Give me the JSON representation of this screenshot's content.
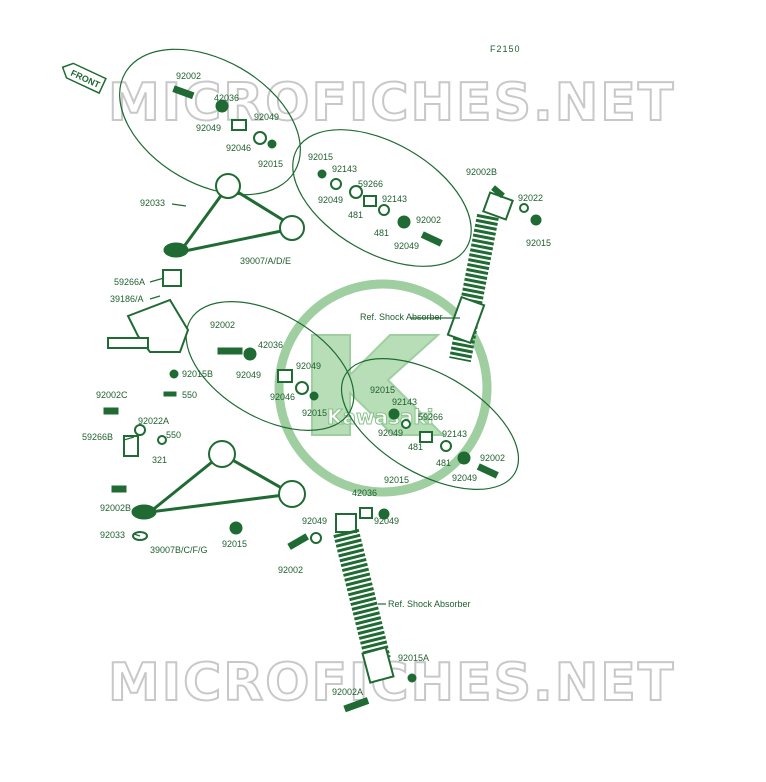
{
  "diagram": {
    "figure_code": "F2150",
    "front_label": "FRONT",
    "watermark_text": "MICROFICHES.NET",
    "logo_text": "Kawasaki",
    "colors": {
      "ink": "#1f6b33",
      "watermark": "#c8c8c8",
      "logo": "#2f8f3f"
    },
    "labels": {
      "a": "92002",
      "b": "42036",
      "c": "92049",
      "d": "92049",
      "e": "92046",
      "f": "92015",
      "g": "92015",
      "h": "92143",
      "i": "59266",
      "j": "92049",
      "k": "481",
      "l": "92143",
      "m": "481",
      "n": "92002",
      "o": "92049",
      "p": "92033",
      "q": "39007/A/D/E",
      "r": "59266A",
      "s": "39186/A",
      "t": "92002B",
      "u": "92022",
      "v": "92015",
      "w": "Ref. Shock Absorber",
      "x": "92002",
      "y": "42036",
      "z": "92049",
      "aa": "92049",
      "ab": "92046",
      "ac": "92015",
      "ad": "92015B",
      "ae": "550",
      "af": "92002C",
      "ag": "92022A",
      "ah": "550",
      "ai": "59266B",
      "aj": "321",
      "ak": "92015",
      "al": "92143",
      "am": "59266",
      "an": "92049",
      "ao": "481",
      "ap": "92143",
      "aq": "481",
      "ar": "92002",
      "as": "92049",
      "at": "92002B",
      "au": "92033",
      "av": "39007B/C/F/G",
      "aw": "92015",
      "ax": "42036",
      "ay": "92015",
      "az": "92049",
      "ba": "92049",
      "bb": "92002",
      "bc": "Ref. Shock Absorber",
      "bd": "92015A",
      "be": "92002A"
    }
  }
}
